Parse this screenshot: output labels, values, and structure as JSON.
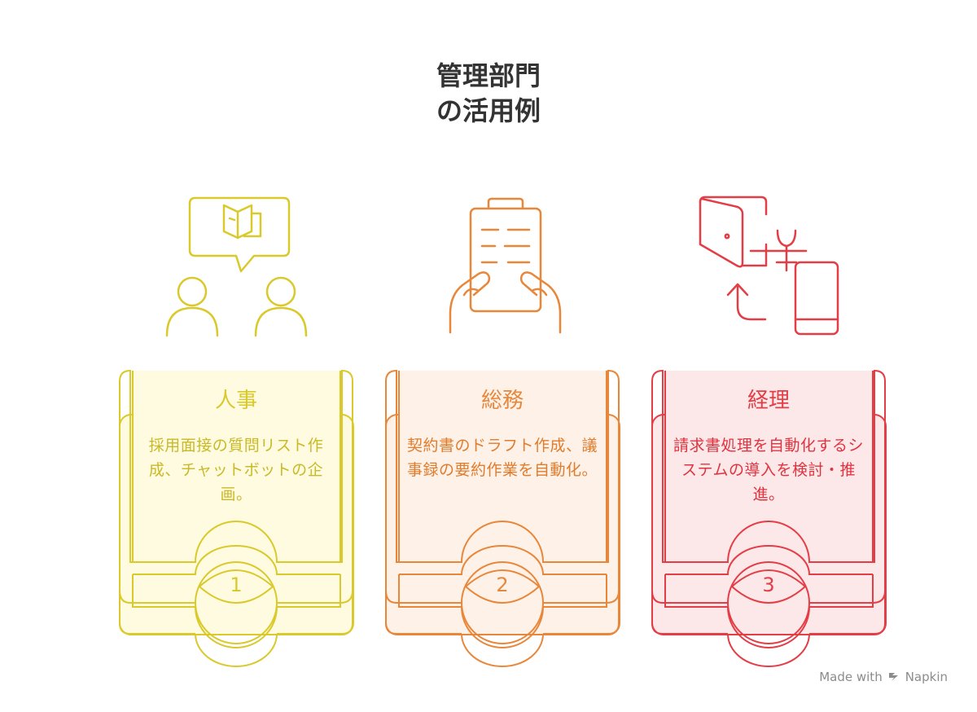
{
  "title": {
    "line1": "管理部門",
    "line2": "の活用例"
  },
  "cards": [
    {
      "title": "人事",
      "body": "採用面接の質問リスト作成、チャットボットの企画。",
      "number": "1",
      "icon": "interview-icon",
      "color": "#d9c92a",
      "fill": "#fefbe0"
    },
    {
      "title": "総務",
      "body": "契約書のドラフト作成、議事録の要約作業を自動化。",
      "number": "2",
      "icon": "clipboard-hands-icon",
      "color": "#e8873a",
      "fill": "#fdf1e8"
    },
    {
      "title": "経理",
      "body": "請求書処理を自動化するシステムの導入を検討・推進。",
      "number": "3",
      "icon": "invoice-automation-icon",
      "color": "#e33d46",
      "fill": "#fde8e9"
    }
  ],
  "footer": {
    "made_with": "Made with",
    "brand": "Napkin"
  }
}
